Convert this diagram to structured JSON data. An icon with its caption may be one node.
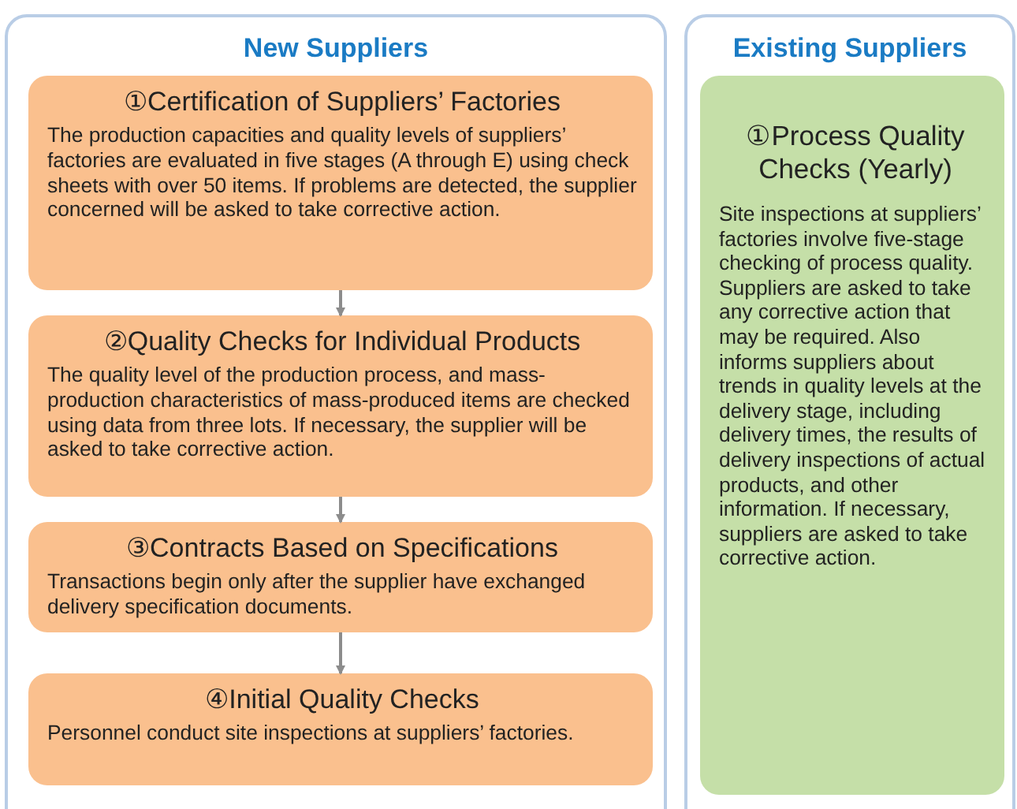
{
  "diagram": {
    "nodes": [
      {
        "text": [
          "New Suppliers"
        ]
      },
      {
        "text": [
          "①Certification of Suppliers’ Factories",
          "The production capacities and quality levels of suppliers’ factories are evaluated in five stages (A through E) using check sheets with over 50 items. If problems are detected, the supplier concerned will be asked to take corrective action."
        ],
        "in": 0
      },
      {
        "text": [
          "②Quality Checks for Individual Products",
          "The quality level of the production process, and mass-production characteristics of mass-produced items are checked using data from three lots. If necessary, the supplier will be asked to take corrective action."
        ],
        "in": 0
      },
      {
        "text": [
          "③Contracts Based on Specifications",
          "Transactions begin only after the supplier have exchanged delivery specification documents."
        ],
        "in": 0
      },
      {
        "text": [
          "④Initial Quality Checks",
          "Personnel conduct site inspections at suppliers’ factories."
        ],
        "in": 0
      },
      {
        "text": [
          "Existing Suppliers"
        ]
      },
      {
        "text": [
          "①Process Quality Checks (Yearly)",
          "Site inspections at suppliers’ factories involve five-stage checking of process quality. Suppliers are asked to take any corrective action that may be required. Also informs suppliers about trends in quality levels at the delivery stage, including delivery times, the results of delivery inspections of actual products, and other information. If necessary, suppliers are asked to take corrective action."
        ],
        "in": 5
      }
    ],
    "edges": [
      {
        "from": 1,
        "to": 2,
        "arrow": "to"
      },
      {
        "from": 2,
        "to": 3,
        "arrow": "to"
      },
      {
        "from": 3,
        "to": 4,
        "arrow": "to"
      }
    ]
  }
}
